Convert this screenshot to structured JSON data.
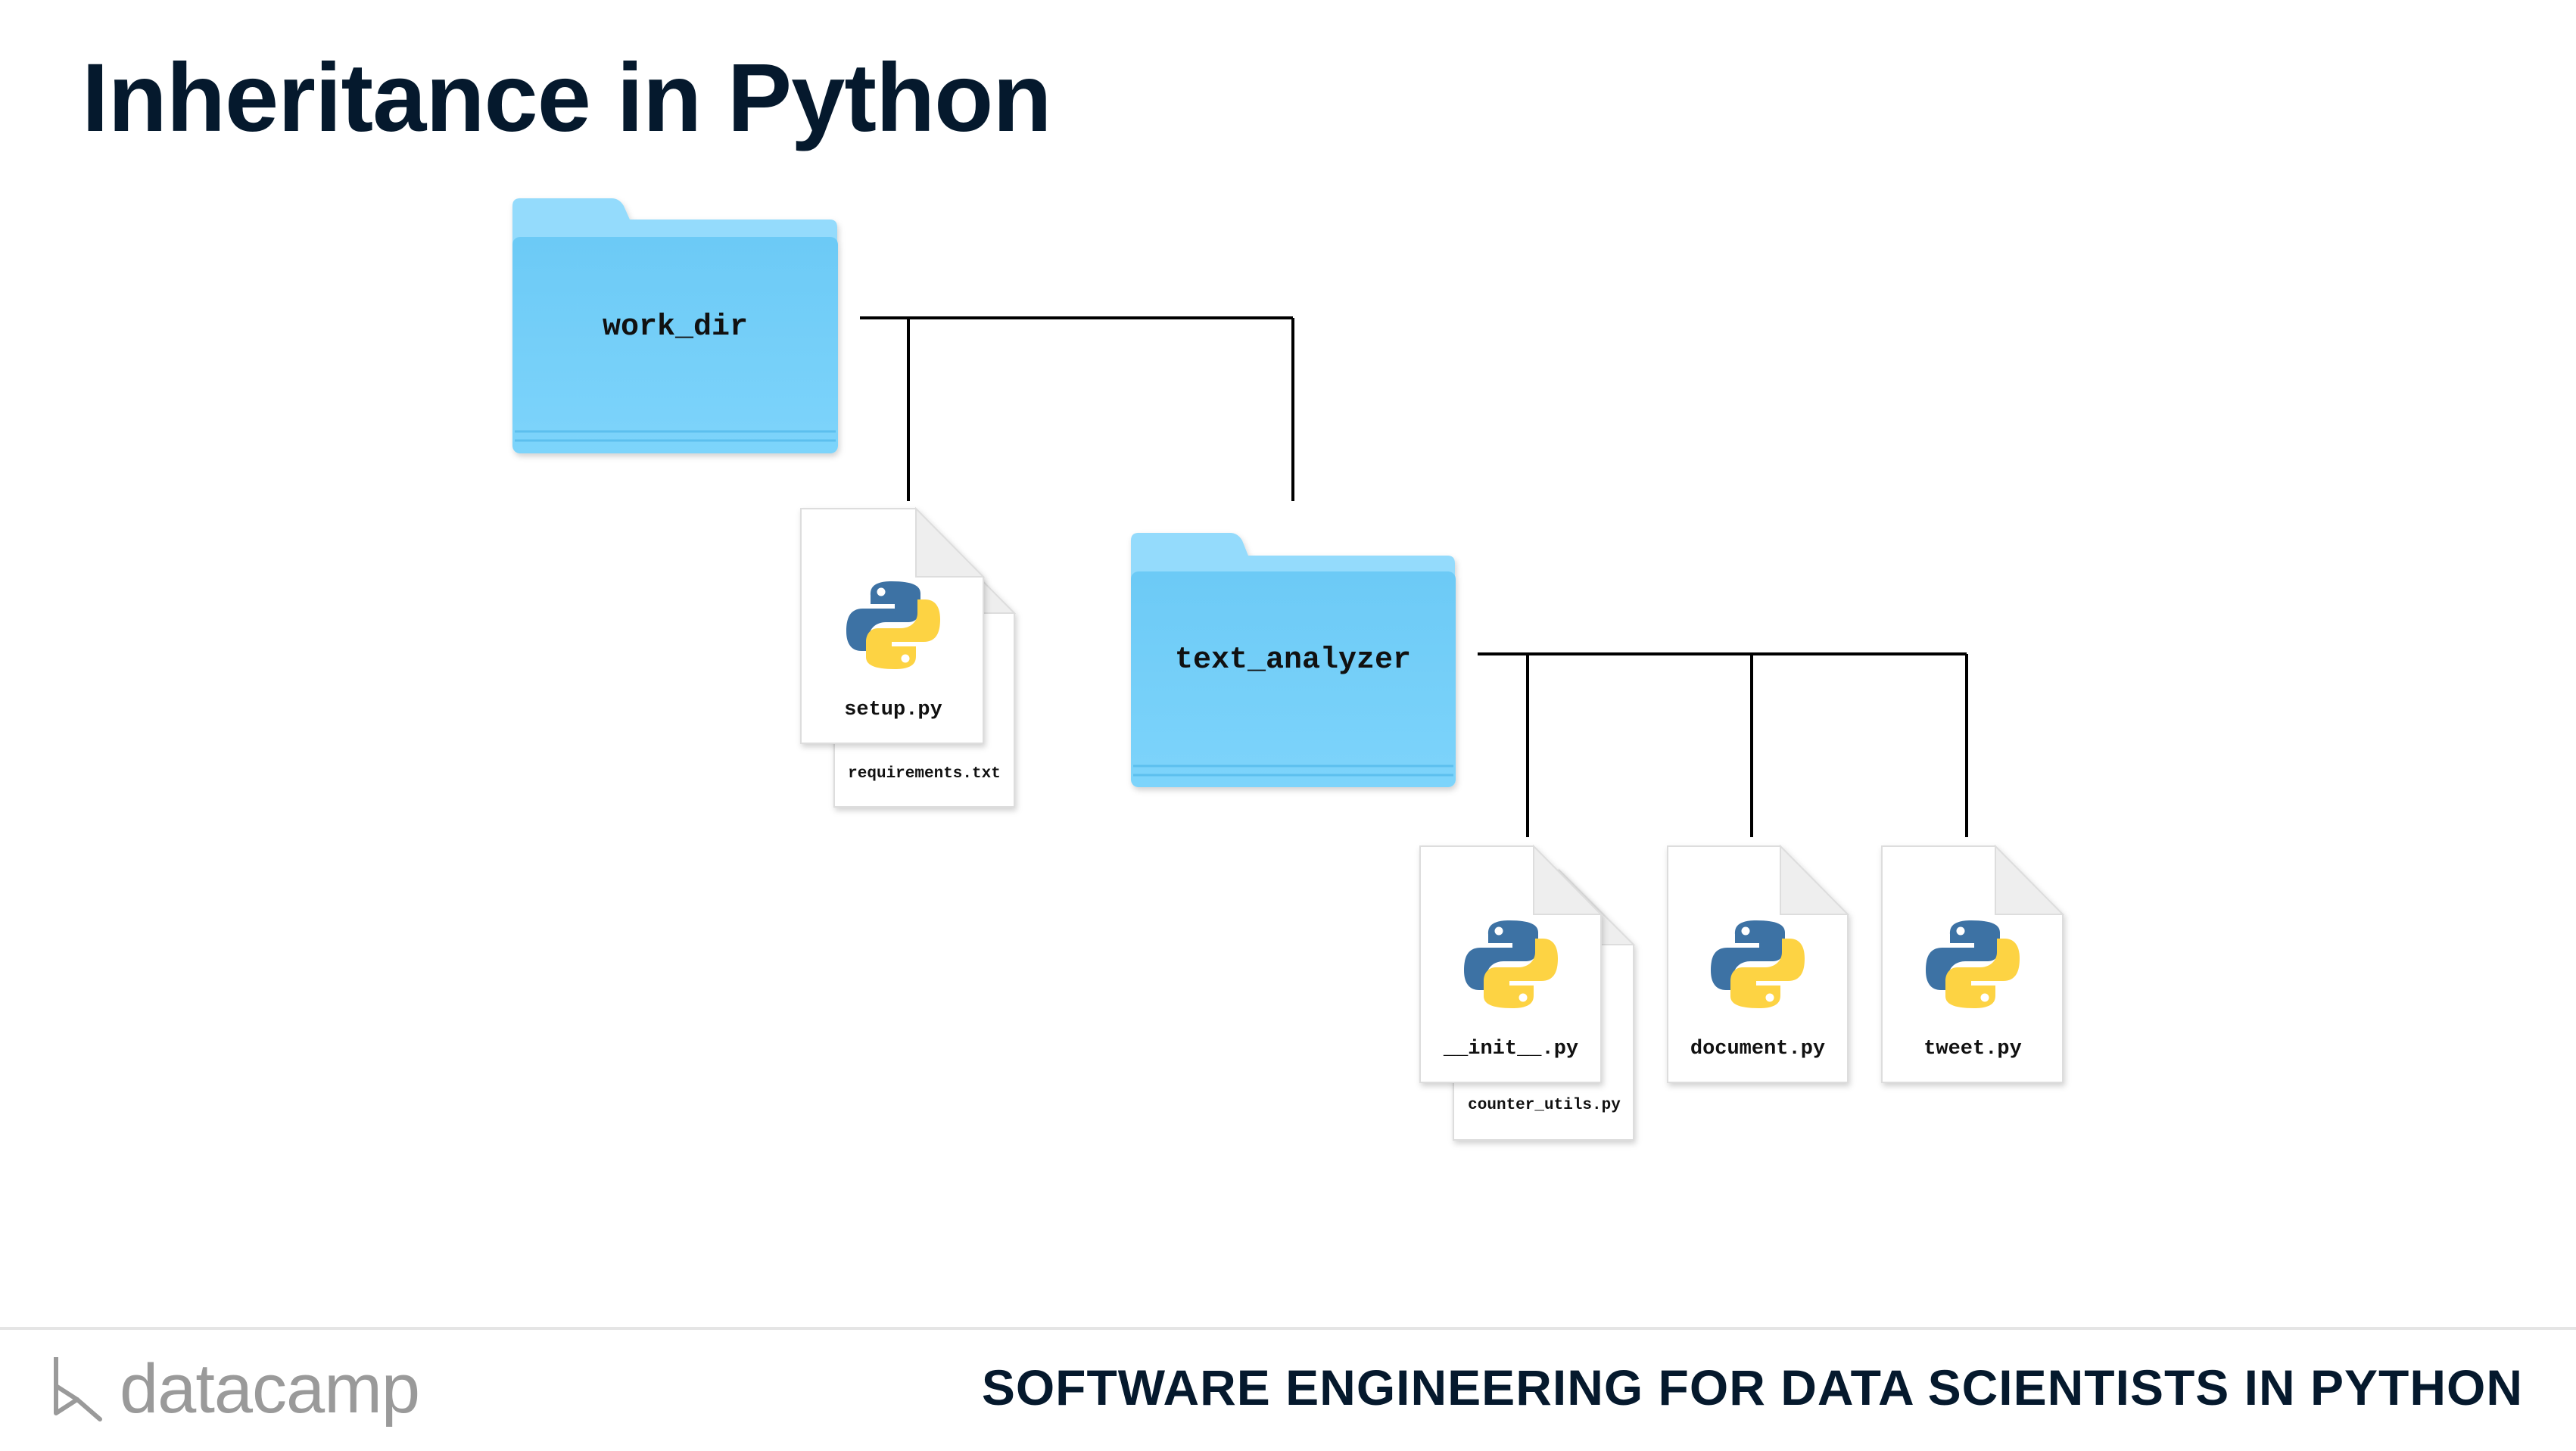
{
  "title": "Inheritance in Python",
  "footer": {
    "brand": "datacamp",
    "course": "SOFTWARE ENGINEERING FOR DATA SCIENTISTS IN PYTHON"
  },
  "tree": {
    "root_folder": "work_dir",
    "root_files": {
      "front": "setup.py",
      "back": "requirements.txt"
    },
    "sub_folder": "text_analyzer",
    "sub_files": {
      "stack_front": "__init__.py",
      "stack_back": "counter_utils.py",
      "file_2": "document.py",
      "file_3": "tweet.py"
    }
  },
  "colors": {
    "folder_back": "#8fd8fb",
    "folder_front": "#6dccf8",
    "line": "#000000",
    "python_blue": "#3d72a4",
    "python_yellow": "#fdd343",
    "title": "#05192d"
  }
}
